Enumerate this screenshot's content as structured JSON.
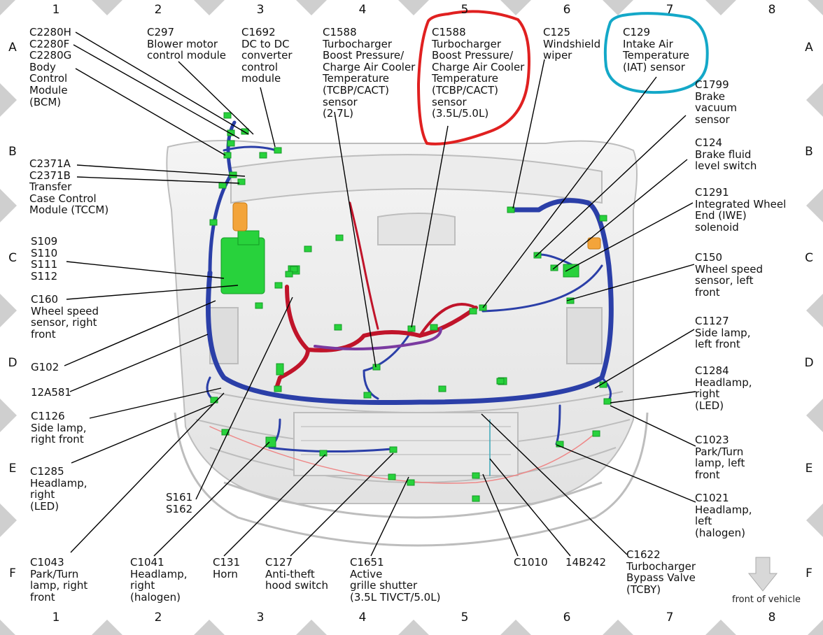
{
  "grid": {
    "columns": [
      "1",
      "2",
      "3",
      "4",
      "5",
      "6",
      "7",
      "8"
    ],
    "rows": [
      "A",
      "B",
      "C",
      "D",
      "E",
      "F"
    ]
  },
  "labels": {
    "c2280": "C2280H\nC2280F\nC2280G\nBody\nControl\nModule\n(BCM)",
    "c297": "C297\nBlower motor\ncontrol module",
    "c1692": "C1692\nDC to DC\nconverter\ncontrol\nmodule",
    "c1588a": "C1588\nTurbocharger\nBoost Pressure/\nCharge Air Cooler\nTemperature\n(TCBP/CACT)\nsensor\n(2.7L)",
    "c1588b": "C1588\nTurbocharger\nBoost Pressure/\nCharge Air Cooler\nTemperature\n(TCBP/CACT)\nsensor\n(3.5L/5.0L)",
    "c125": "C125\nWindshield\nwiper",
    "c129": "C129\nIntake Air\nTemperature\n(IAT) sensor",
    "c1799": "C1799\nBrake\nvacuum\nsensor",
    "c124": "C124\nBrake fluid\nlevel switch",
    "c1291": "C1291\nIntegrated Wheel\nEnd (IWE)\nsolenoid",
    "c150": "C150\nWheel speed\nsensor, left\nfront",
    "c1127": "C1127\nSide lamp,\nleft front",
    "c1284": "C1284\nHeadlamp,\nright\n(LED)",
    "c1023": "C1023\nPark/Turn\nlamp, left\nfront",
    "c1021": "C1021\nHeadlamp,\nleft\n(halogen)",
    "c1622": "C1622\nTurbocharger\nBypass Valve\n(TCBY)",
    "c2371": "C2371A\nC2371B\nTransfer\nCase Control\nModule (TCCM)",
    "s109": "S109\nS110\nS111\nS112",
    "c160": "C160\nWheel speed\nsensor, right\nfront",
    "g102": "G102",
    "w12a581": "12A581",
    "c1126": "C1126\nSide lamp,\nright front",
    "c1285": "C1285\nHeadlamp,\nright\n(LED)",
    "c1043": "C1043\nPark/Turn\nlamp, right\nfront",
    "s161": "S161\nS162",
    "c1041": "C1041\nHeadlamp,\nright\n(halogen)",
    "c131": "C131\nHorn",
    "c127": "C127\nAnti-theft\nhood switch",
    "c1651": "C1651\nActive\ngrille shutter\n(3.5L TIVCT/5.0L)",
    "c1010": "C1010",
    "w14b242": "14B242",
    "front_of_vehicle": "front of vehicle"
  },
  "colors": {
    "harness_blue": "#2b3fa8",
    "harness_red": "#c0142a",
    "harness_purple": "#7a3aa0",
    "connector_green": "#28d23c",
    "circle_red": "#e02020",
    "circle_cyan": "#14a8c8",
    "body_gray": "#c8c8c8"
  }
}
